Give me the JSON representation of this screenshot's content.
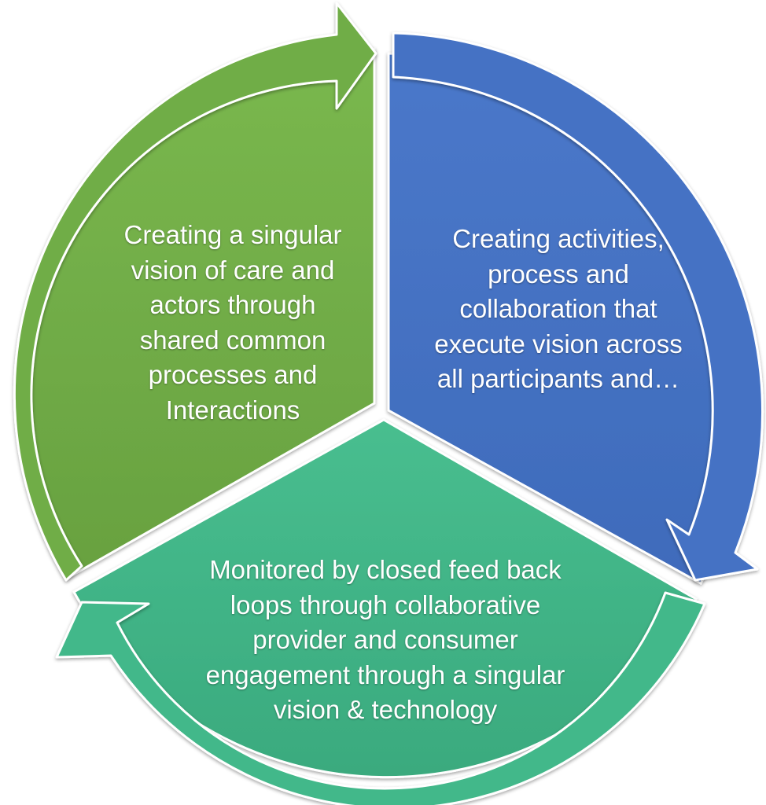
{
  "colors": {
    "green": "#70AD47",
    "blue": "#4472C4",
    "teal": "#43B88A",
    "text": "#FFFFFF"
  },
  "segments": [
    {
      "id": "green",
      "lines": [
        "Creating a singular",
        "vision of care and",
        "actors through",
        "shared common",
        "processes and",
        "Interactions"
      ]
    },
    {
      "id": "blue",
      "lines": [
        "Creating activities,",
        "process and",
        "collaboration that",
        "execute vision across",
        "all participants and…"
      ]
    },
    {
      "id": "teal",
      "lines": [
        "Monitored by closed feed back",
        "loops through collaborative",
        "provider and consumer",
        "engagement through a singular",
        "vision & technology"
      ]
    }
  ]
}
